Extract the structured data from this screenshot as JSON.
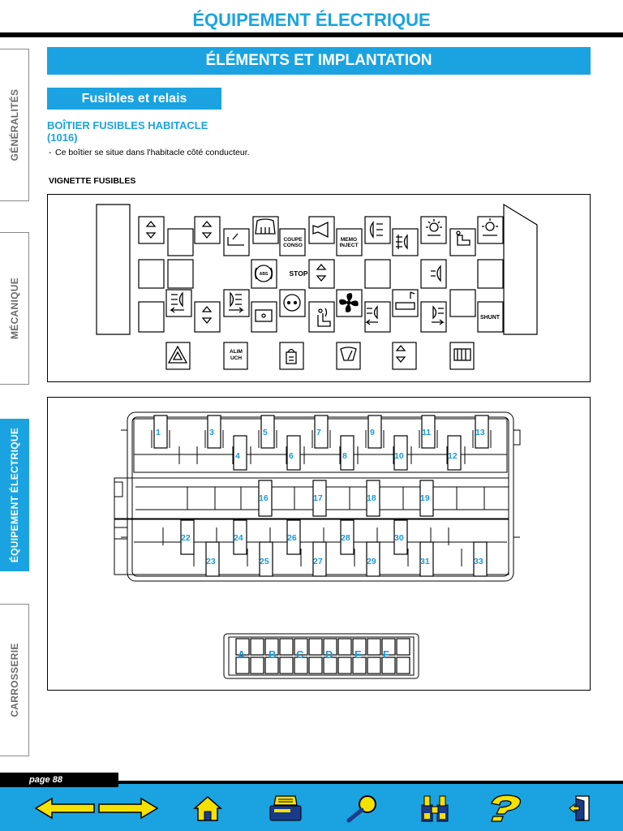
{
  "header": {
    "title": "ÉQUIPEMENT ÉLECTRIQUE"
  },
  "sidebar": {
    "tabs": [
      {
        "label": "GÉNÉRALITÉS",
        "active": false
      },
      {
        "label": "MÉCANIQUE",
        "active": false
      },
      {
        "label": "ÉQUIPEMENT ÉLECTRIQUE",
        "active": true
      },
      {
        "label": "CARROSSERIE",
        "active": false
      }
    ]
  },
  "content": {
    "banner": "ÉLÉMENTS ET IMPLANTATION",
    "sub_banner": "Fusibles et relais",
    "section_title_line1": "BOÎTIER FUSIBLES HABITACLE",
    "section_title_line2": "(1016)",
    "bullet_dash": "-",
    "bullet_text": "Ce boîtier se situe dans l'habitacle côté conducteur.",
    "vignette_label": "VIGNETTE FUSIBLES"
  },
  "vignette": {
    "coupe1": "COUPE",
    "coupe2": "CONSO",
    "memo1": "MEMO",
    "memo2": "INJECT",
    "stop": "STOP",
    "shunt": "SHUNT",
    "alim1": "ALIM",
    "alim2": "UCH",
    "abs": "ABS"
  },
  "fusebox": {
    "top_row": [
      "1",
      "3",
      "5",
      "7",
      "9",
      "11",
      "13"
    ],
    "top_row_low": [
      "4",
      "6",
      "8",
      "10",
      "12"
    ],
    "mid_row": [
      "16",
      "17",
      "18",
      "19"
    ],
    "bot_row_high": [
      "22",
      "24",
      "26",
      "28",
      "30"
    ],
    "bot_row_low": [
      "23",
      "25",
      "27",
      "29",
      "31",
      "33"
    ],
    "relays": [
      "A",
      "B",
      "C",
      "D",
      "E",
      "F"
    ]
  },
  "colors": {
    "accent": "#1aa3e0",
    "label_blue": "#1a9ad6",
    "nav_yellow": "#f5e100"
  },
  "footer": {
    "page_label": "page 88",
    "nav_icons": [
      "arrow-left-icon",
      "arrow-right-icon",
      "home-icon",
      "print-icon",
      "search-icon",
      "binoculars-icon",
      "help-icon",
      "exit-icon"
    ]
  }
}
